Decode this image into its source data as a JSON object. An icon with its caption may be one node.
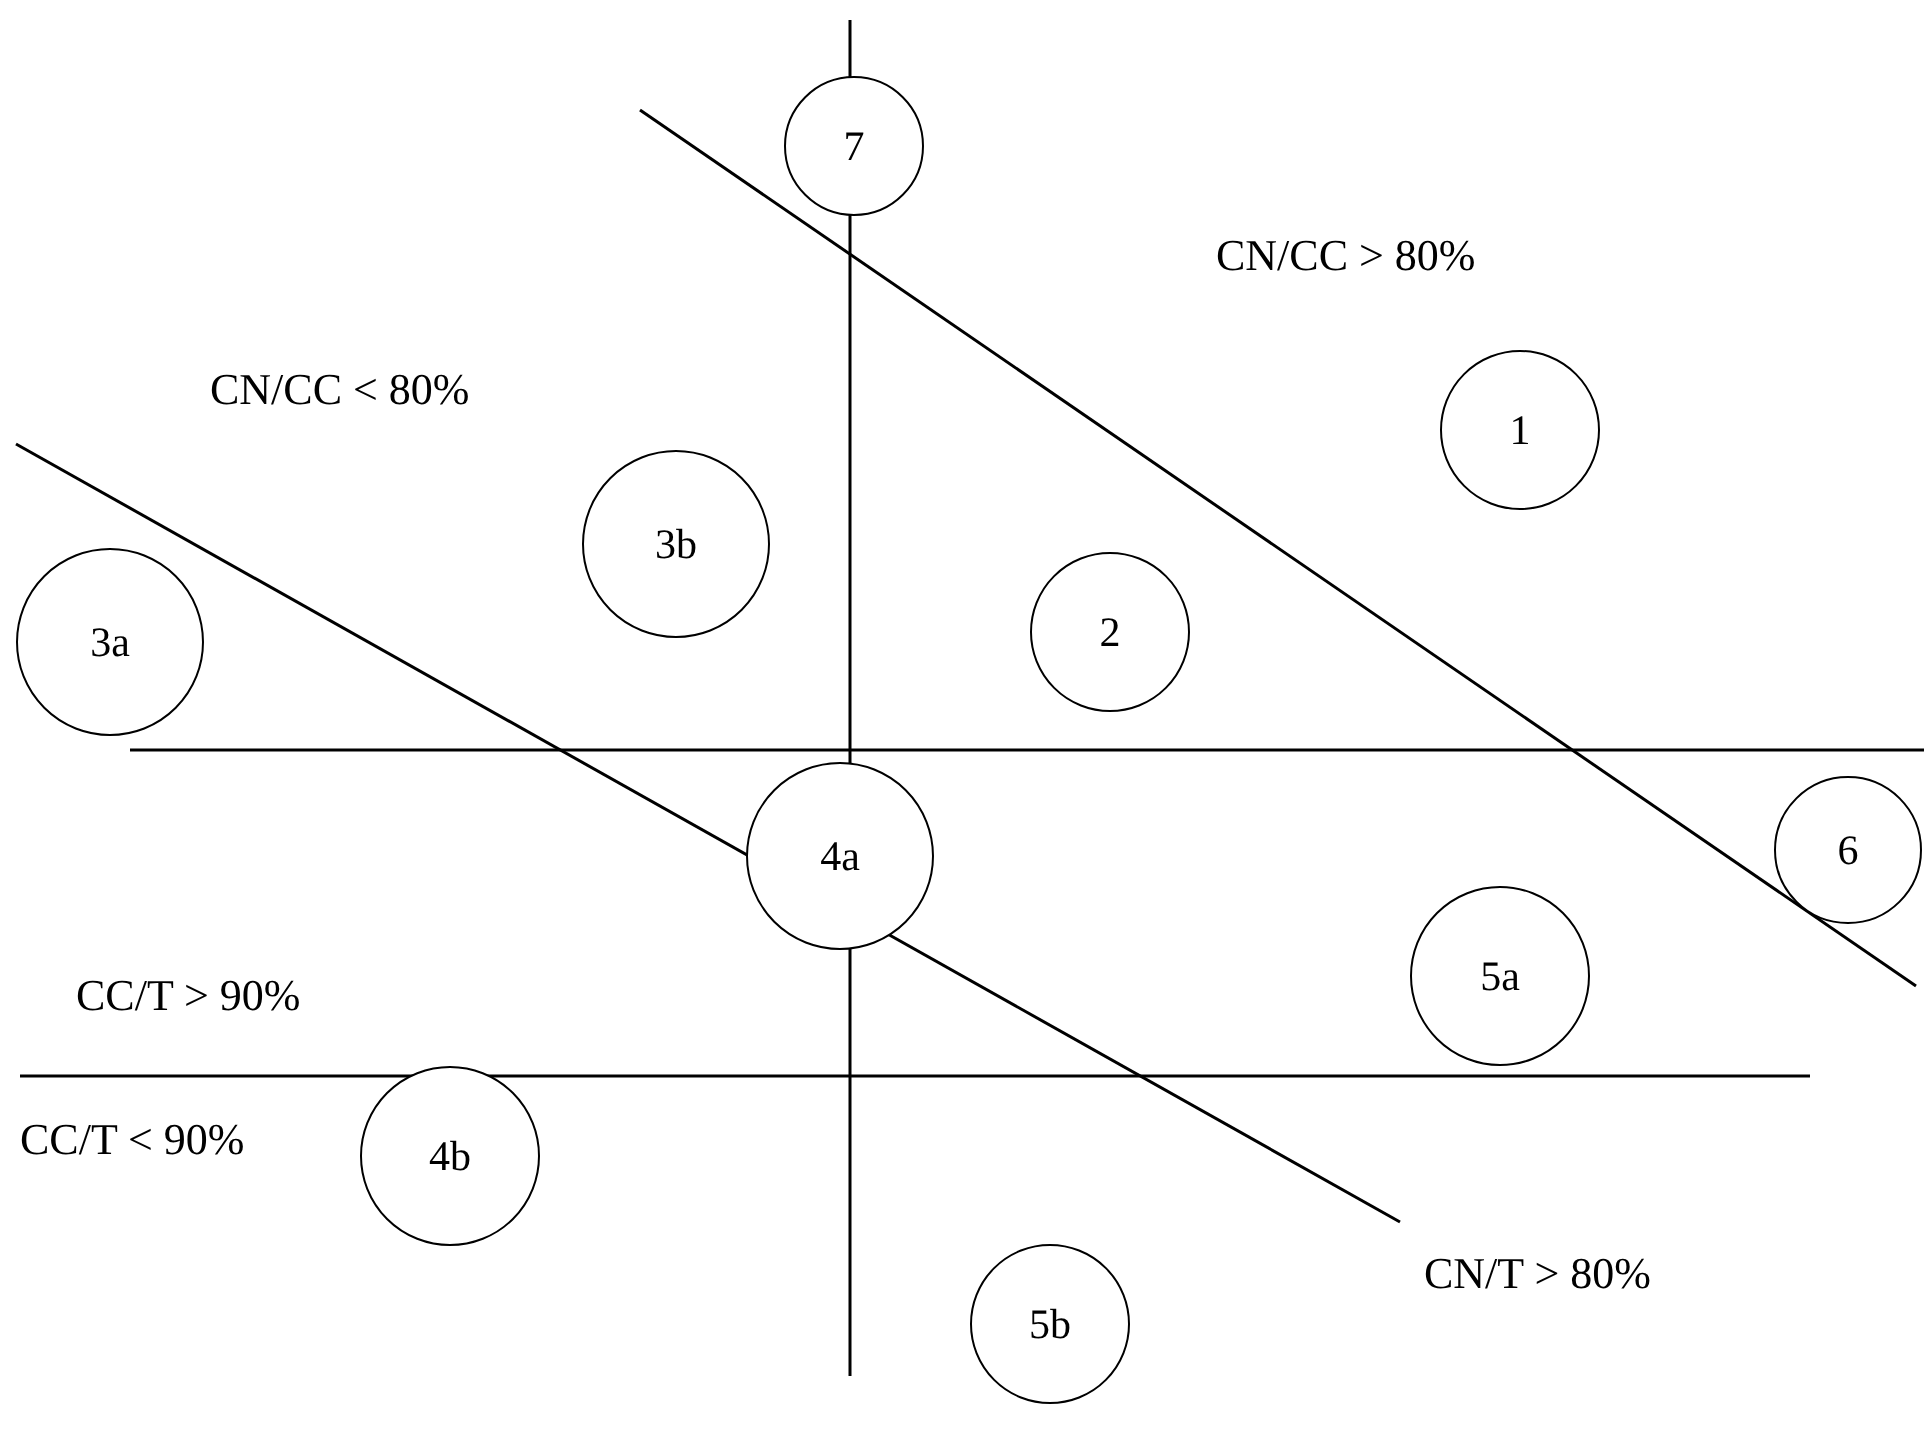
{
  "diagram": {
    "nodes": [
      {
        "text": [
          "7"
        ]
      },
      {
        "text": [
          "1"
        ]
      },
      {
        "text": [
          "3b"
        ]
      },
      {
        "text": [
          "2"
        ]
      },
      {
        "text": [
          "3a"
        ]
      },
      {
        "text": [
          "4a"
        ]
      },
      {
        "text": [
          "6"
        ]
      },
      {
        "text": [
          "5a"
        ]
      },
      {
        "text": [
          "4b"
        ]
      },
      {
        "text": [
          "5b"
        ]
      }
    ],
    "labels": [
      "CN/CC > 80%",
      "CN/CC < 80%",
      "CC/T > 90%",
      "CC/T < 90%",
      "CN/T > 80%"
    ]
  }
}
